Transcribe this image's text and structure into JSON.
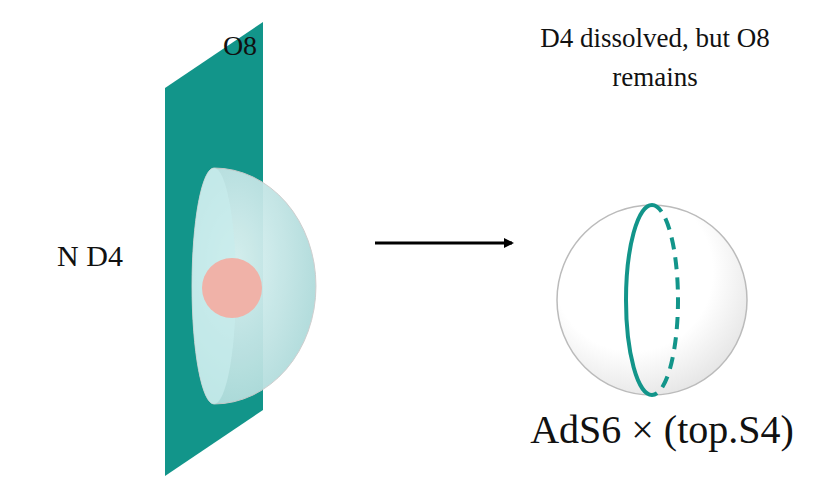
{
  "diagram": {
    "labels": [
      "O8",
      "N D4",
      "D4 dissolved, but O8 remains",
      "AdS6 × (top.S4)"
    ]
  }
}
